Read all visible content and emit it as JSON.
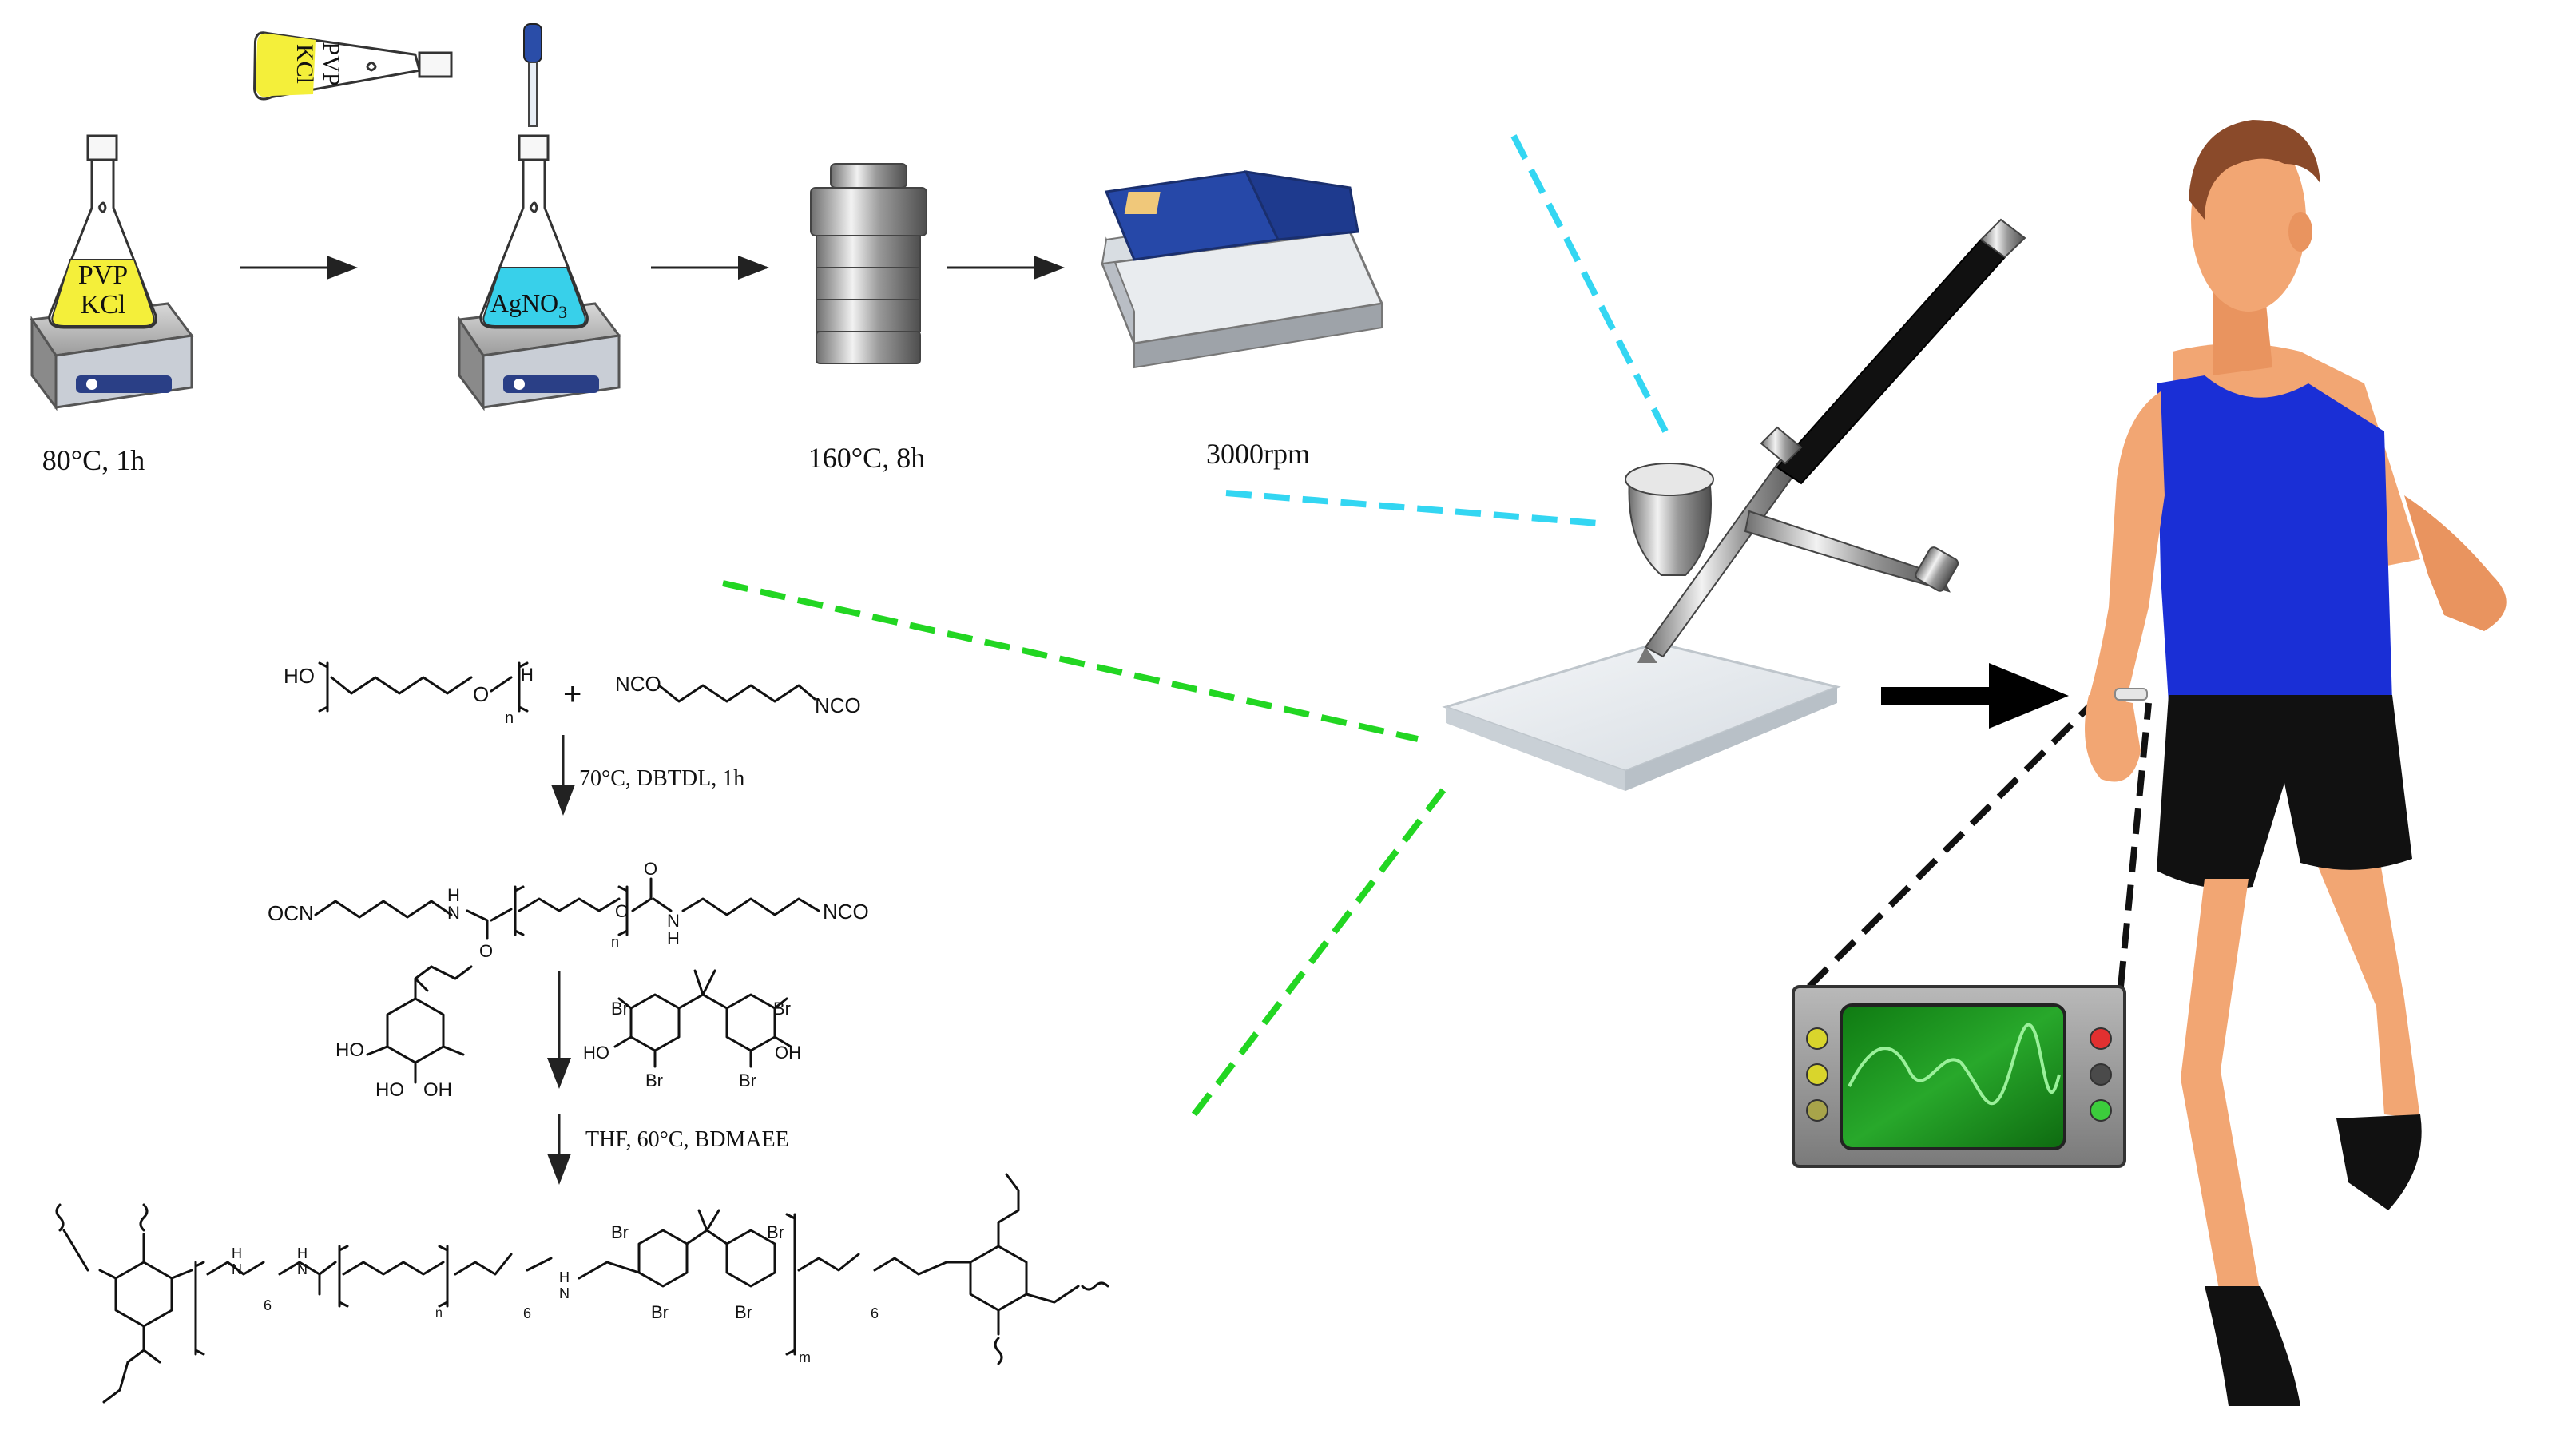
{
  "synthesis": {
    "flask1": {
      "line1": "PVP",
      "line2": "KCl",
      "condition": "80°C, 1h"
    },
    "flask_small": {
      "line1": "PVP",
      "line2": "KCl"
    },
    "flask2": {
      "label": "AgNO3",
      "label_main": "AgNO",
      "label_sub": "3"
    },
    "autoclave": {
      "condition": "160°C, 8h"
    },
    "centrifuge": {
      "condition": "3000rpm"
    }
  },
  "chemistry": {
    "step1": {
      "ho": "HO",
      "h": "H",
      "o": "O",
      "n": "n",
      "plus": "+",
      "nco_a": "NCO",
      "nco_b": "NCO",
      "condition": "70°C, DBTDL, 1h"
    },
    "step2": {
      "ocn": "OCN",
      "nco": "NCO",
      "nh1": "H",
      "nh1n": "N",
      "nh2": "N",
      "nh2h": "H",
      "o_carb1": "O",
      "o_carb2": "O",
      "o_ether": "O",
      "o_ester": "O",
      "n": "n"
    },
    "reagents": {
      "ho_a": "HO",
      "ho_b": "HO",
      "oh_a": "OH",
      "oh_b": "OH",
      "br1": "Br",
      "br2": "Br",
      "br3": "Br",
      "br4": "Br",
      "condition": "THF, 60°C, BDMAEE"
    },
    "product": {
      "br1": "Br",
      "br2": "Br",
      "br3": "Br",
      "br4": "Br",
      "m": "m",
      "n": "n",
      "six_a": "6",
      "six_b": "6",
      "six_c": "6",
      "nh_a": "H",
      "nh_b": "N",
      "nh_c": "H",
      "nh_d": "N",
      "nh_e": "H",
      "nh_f": "N"
    }
  },
  "colors": {
    "cyan_dash": "#33d6f2",
    "green_dash": "#22d622",
    "black_dash": "#111111",
    "yellow_liquid": "#f4ef3a",
    "blue_liquid": "#38d0ea",
    "shirt": "#1a2fd6",
    "skin": "#f2a673",
    "hair": "#8a4a2a",
    "screen": "#1d9b1d"
  },
  "icons": [
    "hotplate-stirrer-icon",
    "erlenmeyer-flask-icon",
    "dropper-icon",
    "autoclave-icon",
    "centrifuge-icon",
    "airbrush-icon",
    "glass-substrate-icon",
    "oscilloscope-monitor-icon",
    "runner-figure-icon"
  ]
}
